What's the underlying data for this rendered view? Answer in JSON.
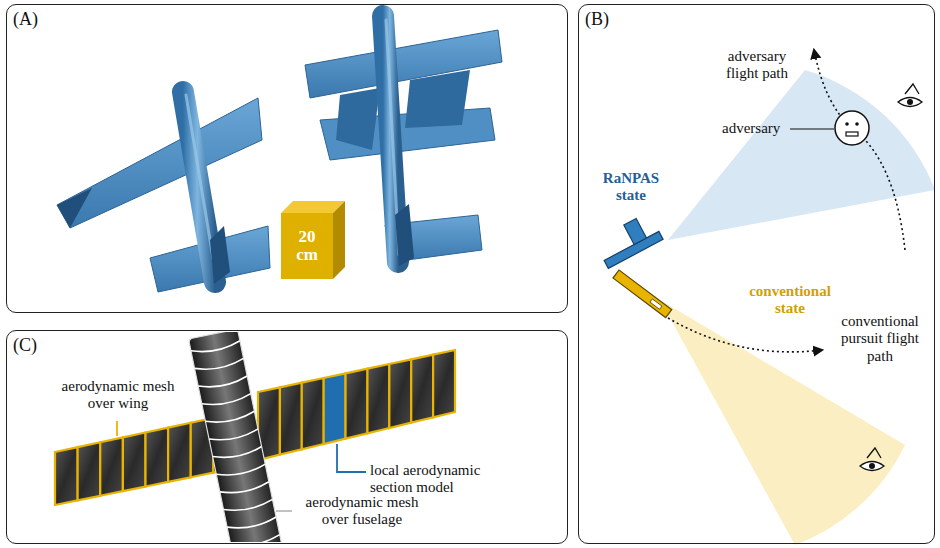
{
  "diagram": {
    "nodes": [
      {
        "text": [
          "(A)"
        ]
      },
      {
        "text": [
          "20 cm"
        ],
        "in": 0
      },
      {
        "text": [
          "(B)"
        ]
      },
      {
        "text": [
          "(C)"
        ]
      }
    ],
    "labels": [
      "adversary flight path",
      "adversary",
      "RaNPAS state",
      "conventional state",
      "conventional pursuit flight path",
      "aerodynamic mesh over wing",
      "local aerodynamic section model",
      "aerodynamic mesh over fuselage"
    ]
  }
}
